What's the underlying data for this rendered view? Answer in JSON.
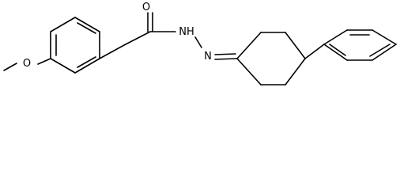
{
  "molecule": {
    "atoms": {
      "o_methoxy": "O",
      "o_carbonyl": "O",
      "nh": "NH",
      "n": "N"
    }
  },
  "colors": {
    "bond": "#000000",
    "label": "#000000",
    "background": "#ffffff"
  }
}
